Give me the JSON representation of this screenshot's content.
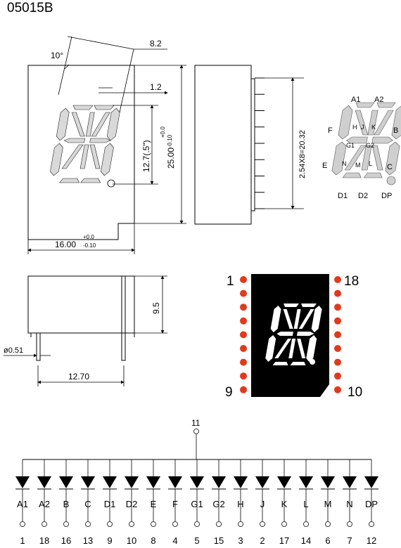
{
  "title": "05015B",
  "front_view": {
    "dim_angle": "10°",
    "dim_top": "8.2",
    "dim_seg": "1.2",
    "dim_height": "12.7(.5\")",
    "dim_height_total": "25.00",
    "tol_h_plus": "+0.0",
    "tol_h_minus": "-0.10",
    "dim_width": "16.00",
    "tol_w_plus": "+0.0",
    "tol_w_minus": "-0.10"
  },
  "side_view": {
    "dim_pitch": "2.54X8=20.32"
  },
  "segment_labels": [
    "A1",
    "A2",
    "F",
    "H",
    "J",
    "K",
    "B",
    "G1",
    "G2",
    "E",
    "N",
    "M",
    "L",
    "C",
    "D1",
    "D2",
    "DP"
  ],
  "bottom_view": {
    "dim_lead_dia": "ø0.51",
    "dim_height": "9.5",
    "dim_row_spacing": "12.70"
  },
  "pinout": {
    "pin_first": "1",
    "pin_top_right": "18",
    "pin_bottom_left": "9",
    "pin_last": "10"
  },
  "circuit": {
    "common_pin": "11",
    "segments": [
      "A1",
      "A2",
      "B",
      "C",
      "D1",
      "D2",
      "E",
      "F",
      "G1",
      "G2",
      "H",
      "J",
      "K",
      "L",
      "M",
      "N",
      "DP"
    ],
    "pins": [
      "1",
      "18",
      "16",
      "13",
      "9",
      "10",
      "8",
      "4",
      "5",
      "15",
      "3",
      "2",
      "17",
      "14",
      "6",
      "7",
      "12"
    ]
  }
}
